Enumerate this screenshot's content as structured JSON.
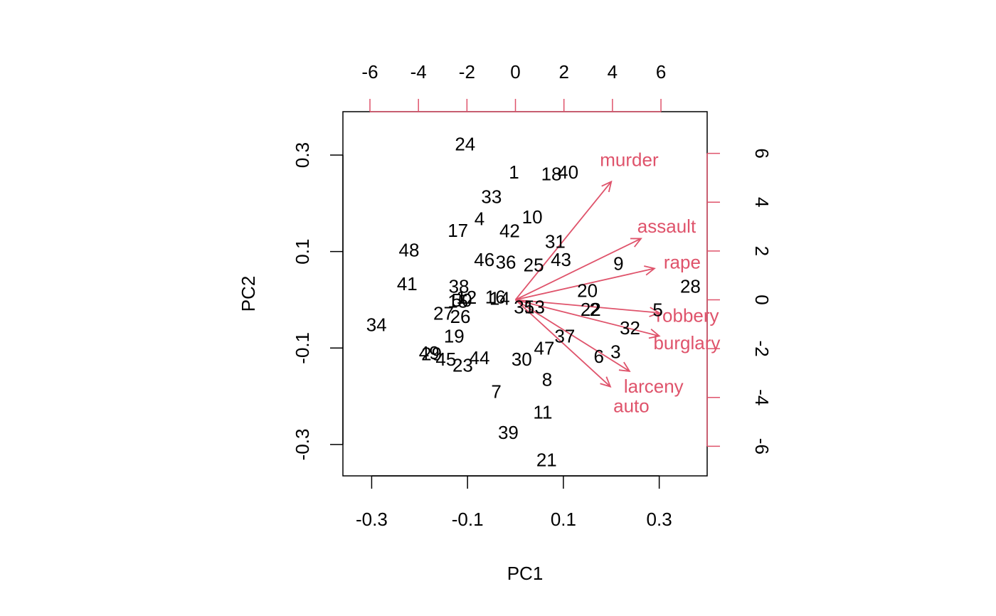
{
  "chart_data": {
    "type": "scatter",
    "subtype": "biplot",
    "xlabel": "PC1",
    "ylabel": "PC2",
    "xlim": [
      -0.36,
      0.4
    ],
    "ylim": [
      -0.365,
      0.39
    ],
    "bottom_ticks": [
      "-0.3",
      "-0.1",
      "0.1",
      "0.3"
    ],
    "bottom_tick_values": [
      -0.3,
      -0.1,
      0.1,
      0.3
    ],
    "left_ticks": [
      "-0.3",
      "-0.1",
      "0.1",
      "0.3"
    ],
    "left_tick_values": [
      -0.3,
      -0.1,
      0.1,
      0.3
    ],
    "top_ticks": [
      "-6",
      "-4",
      "-2",
      "0",
      "2",
      "4",
      "6"
    ],
    "top_tick_values": [
      -6,
      -4,
      -2,
      0,
      2,
      4,
      6
    ],
    "right_ticks": [
      "-6",
      "-4",
      "-2",
      "0",
      "2",
      "4",
      "6"
    ],
    "right_tick_values": [
      -6,
      -4,
      -2,
      0,
      2,
      4,
      6
    ],
    "secondary_scale": 0.0506,
    "colors": {
      "points": "#000000",
      "arrows": "#DF536B",
      "axes": "#000000"
    },
    "points": [
      {
        "label": "1",
        "x": -0.003,
        "y": 0.265
      },
      {
        "label": "2",
        "x": 0.165,
        "y": -0.02
      },
      {
        "label": "3",
        "x": 0.209,
        "y": -0.108
      },
      {
        "label": "4",
        "x": -0.075,
        "y": 0.168
      },
      {
        "label": "5",
        "x": 0.297,
        "y": -0.021
      },
      {
        "label": "6",
        "x": 0.174,
        "y": -0.117
      },
      {
        "label": "7",
        "x": -0.04,
        "y": -0.19
      },
      {
        "label": "8",
        "x": 0.066,
        "y": -0.165
      },
      {
        "label": "9",
        "x": 0.215,
        "y": 0.075
      },
      {
        "label": "10",
        "x": 0.035,
        "y": 0.172
      },
      {
        "label": "11",
        "x": 0.057,
        "y": -0.233
      },
      {
        "label": "12",
        "x": -0.102,
        "y": 0.005
      },
      {
        "label": "13",
        "x": 0.04,
        "y": -0.015
      },
      {
        "label": "14",
        "x": -0.033,
        "y": 0.003
      },
      {
        "label": "15",
        "x": -0.12,
        "y": -0.003
      },
      {
        "label": "16",
        "x": -0.042,
        "y": 0.006
      },
      {
        "label": "17",
        "x": -0.12,
        "y": 0.144
      },
      {
        "label": "18",
        "x": 0.075,
        "y": 0.261
      },
      {
        "label": "19",
        "x": -0.128,
        "y": -0.075
      },
      {
        "label": "20",
        "x": 0.15,
        "y": 0.019
      },
      {
        "label": "21",
        "x": 0.065,
        "y": -0.332
      },
      {
        "label": "22",
        "x": 0.157,
        "y": -0.02
      },
      {
        "label": "23",
        "x": -0.11,
        "y": -0.136
      },
      {
        "label": "24",
        "x": -0.105,
        "y": 0.323
      },
      {
        "label": "25",
        "x": 0.038,
        "y": 0.072
      },
      {
        "label": "26",
        "x": -0.115,
        "y": -0.035
      },
      {
        "label": "27",
        "x": -0.15,
        "y": -0.028
      },
      {
        "label": "28",
        "x": 0.365,
        "y": 0.028
      },
      {
        "label": "29",
        "x": -0.175,
        "y": -0.112
      },
      {
        "label": "30",
        "x": 0.013,
        "y": -0.123
      },
      {
        "label": "31",
        "x": 0.083,
        "y": 0.121
      },
      {
        "label": "32",
        "x": 0.239,
        "y": -0.058
      },
      {
        "label": "33",
        "x": -0.05,
        "y": 0.214
      },
      {
        "label": "34",
        "x": -0.29,
        "y": -0.052
      },
      {
        "label": "35",
        "x": 0.018,
        "y": -0.015
      },
      {
        "label": "36",
        "x": -0.02,
        "y": 0.078
      },
      {
        "label": "37",
        "x": 0.103,
        "y": -0.075
      },
      {
        "label": "38",
        "x": -0.118,
        "y": 0.028
      },
      {
        "label": "39",
        "x": -0.015,
        "y": -0.275
      },
      {
        "label": "40",
        "x": 0.11,
        "y": 0.265
      },
      {
        "label": "41",
        "x": -0.226,
        "y": 0.033
      },
      {
        "label": "42",
        "x": -0.012,
        "y": 0.143
      },
      {
        "label": "43",
        "x": 0.095,
        "y": 0.083
      },
      {
        "label": "44",
        "x": -0.075,
        "y": -0.12
      },
      {
        "label": "45",
        "x": -0.145,
        "y": -0.123
      },
      {
        "label": "46",
        "x": -0.065,
        "y": 0.083
      },
      {
        "label": "47",
        "x": 0.06,
        "y": -0.1
      },
      {
        "label": "48",
        "x": -0.222,
        "y": 0.103
      },
      {
        "label": "49",
        "x": -0.18,
        "y": -0.11
      },
      {
        "label": "50",
        "x": -0.112,
        "y": -0.001
      }
    ],
    "variables": [
      {
        "name": "murder",
        "x": 0.2,
        "y": 0.245
      },
      {
        "name": "assault",
        "x": 0.262,
        "y": 0.127
      },
      {
        "name": "rape",
        "x": 0.29,
        "y": 0.065
      },
      {
        "name": "robbery",
        "x": 0.3,
        "y": -0.027
      },
      {
        "name": "burglary",
        "x": 0.3,
        "y": -0.075
      },
      {
        "name": "larceny",
        "x": 0.238,
        "y": -0.148
      },
      {
        "name": "auto",
        "x": 0.198,
        "y": -0.18
      }
    ]
  }
}
